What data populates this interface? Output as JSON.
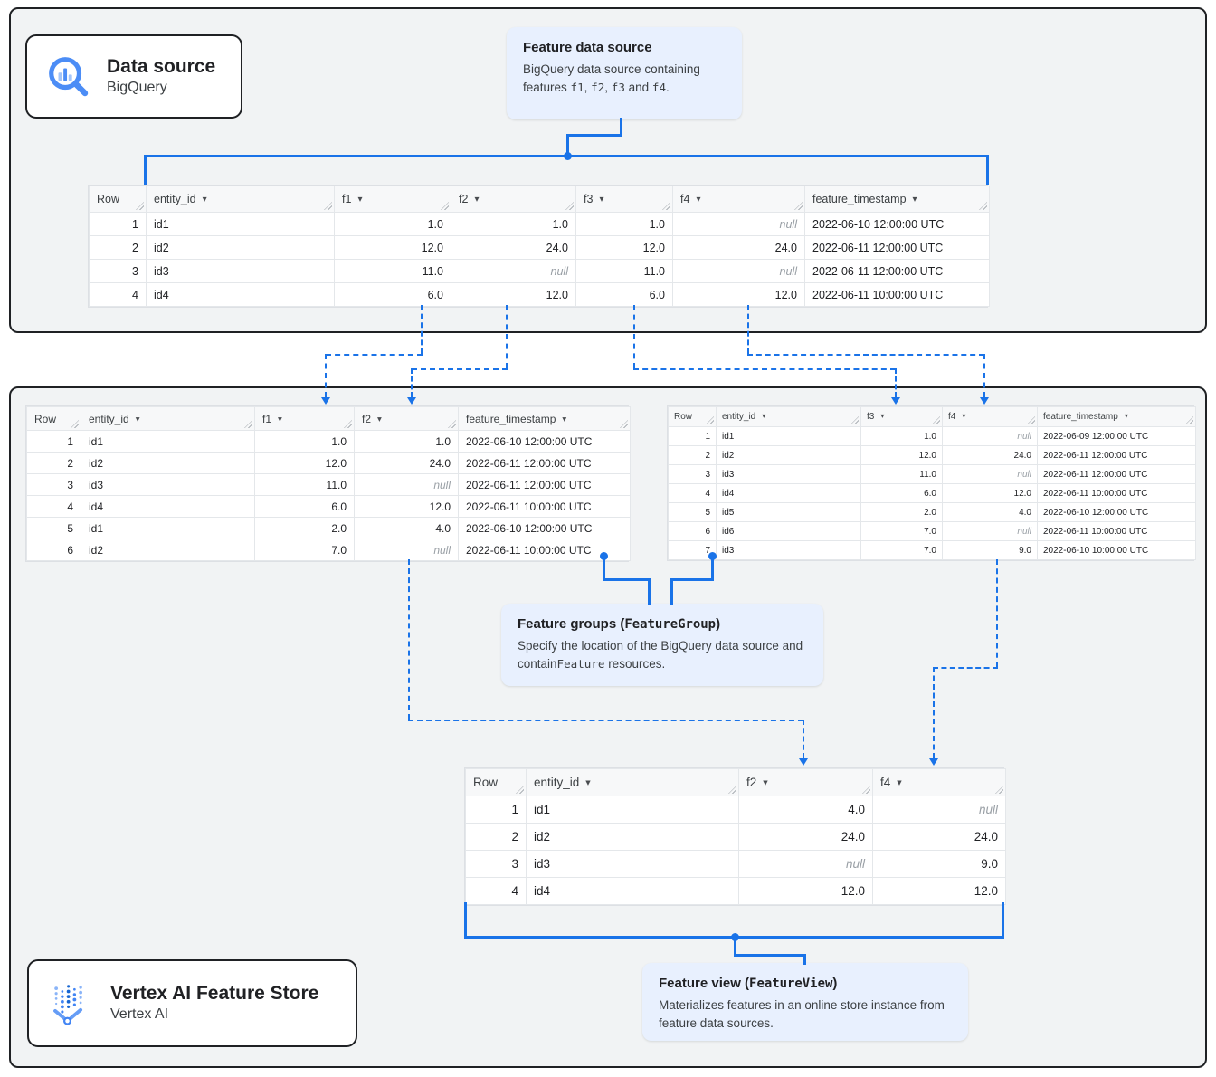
{
  "labels": {
    "null_value": "null"
  },
  "icons": {
    "sort_arrow": "▾"
  },
  "cards": {
    "data_source": {
      "title": "Data source",
      "subtitle": "BigQuery"
    },
    "feature_store": {
      "title": "Vertex AI Feature Store",
      "subtitle": "Vertex AI"
    }
  },
  "callouts": {
    "feature_data_source": {
      "title_segments": [
        {
          "t": "Feature data source"
        }
      ],
      "body_segments": [
        {
          "t": "BigQuery data source containing features "
        },
        {
          "t": "f1",
          "mono": true
        },
        {
          "t": ", "
        },
        {
          "t": "f2",
          "mono": true
        },
        {
          "t": ", "
        },
        {
          "t": "f3",
          "mono": true
        },
        {
          "t": " and "
        },
        {
          "t": "f4",
          "mono": true
        },
        {
          "t": "."
        }
      ]
    },
    "feature_groups": {
      "title_segments": [
        {
          "t": "Feature groups ("
        },
        {
          "t": "FeatureGroup",
          "mono": true
        },
        {
          "t": ")"
        }
      ],
      "body_segments": [
        {
          "t": "Specify the location of the BigQuery data source and contain"
        },
        {
          "t": "Feature",
          "mono": true
        },
        {
          "t": " resources."
        }
      ]
    },
    "feature_view": {
      "title_segments": [
        {
          "t": "Feature view ("
        },
        {
          "t": "FeatureView",
          "mono": true
        },
        {
          "t": ")"
        }
      ],
      "body_segments": [
        {
          "t": "Materializes features in an online store instance from feature data sources."
        }
      ]
    }
  },
  "tables": {
    "source": {
      "columns": [
        {
          "label": "Row",
          "align": "r",
          "sortable": false
        },
        {
          "label": "entity_id",
          "align": "l",
          "sortable": true
        },
        {
          "label": "f1",
          "align": "r",
          "sortable": true
        },
        {
          "label": "f2",
          "align": "r",
          "sortable": true
        },
        {
          "label": "f3",
          "align": "r",
          "sortable": true
        },
        {
          "label": "f4",
          "align": "r",
          "sortable": true
        },
        {
          "label": "feature_timestamp",
          "align": "l",
          "sortable": true
        }
      ],
      "header_align": [
        "l",
        "l",
        "l",
        "l",
        "l",
        "l",
        "l"
      ],
      "rows": [
        [
          "1",
          "id1",
          "1.0",
          "1.0",
          "1.0",
          null,
          "2022-06-10 12:00:00 UTC"
        ],
        [
          "2",
          "id2",
          "12.0",
          "24.0",
          "12.0",
          "24.0",
          "2022-06-11 12:00:00 UTC"
        ],
        [
          "3",
          "id3",
          "11.0",
          null,
          "11.0",
          null,
          "2022-06-11 12:00:00 UTC"
        ],
        [
          "4",
          "id4",
          "6.0",
          "12.0",
          "6.0",
          "12.0",
          "2022-06-11 10:00:00 UTC"
        ]
      ]
    },
    "group1": {
      "columns": [
        {
          "label": "Row",
          "align": "r",
          "sortable": false
        },
        {
          "label": "entity_id",
          "align": "l",
          "sortable": true
        },
        {
          "label": "f1",
          "align": "r",
          "sortable": true
        },
        {
          "label": "f2",
          "align": "r",
          "sortable": true
        },
        {
          "label": "feature_timestamp",
          "align": "l",
          "sortable": true
        }
      ],
      "rows": [
        [
          "1",
          "id1",
          "1.0",
          "1.0",
          "2022-06-10 12:00:00 UTC"
        ],
        [
          "2",
          "id2",
          "12.0",
          "24.0",
          "2022-06-11 12:00:00 UTC"
        ],
        [
          "3",
          "id3",
          "11.0",
          null,
          "2022-06-11 12:00:00 UTC"
        ],
        [
          "4",
          "id4",
          "6.0",
          "12.0",
          "2022-06-11 10:00:00 UTC"
        ],
        [
          "5",
          "id1",
          "2.0",
          "4.0",
          "2022-06-10 12:00:00 UTC"
        ],
        [
          "6",
          "id2",
          "7.0",
          null,
          "2022-06-11 10:00:00 UTC"
        ]
      ]
    },
    "group2": {
      "columns": [
        {
          "label": "Row",
          "align": "r",
          "sortable": false
        },
        {
          "label": "entity_id",
          "align": "l",
          "sortable": true
        },
        {
          "label": "f3",
          "align": "r",
          "sortable": true
        },
        {
          "label": "f4",
          "align": "r",
          "sortable": true
        },
        {
          "label": "feature_timestamp",
          "align": "l",
          "sortable": true
        }
      ],
      "rows": [
        [
          "1",
          "id1",
          "1.0",
          null,
          "2022-06-09 12:00:00 UTC"
        ],
        [
          "2",
          "id2",
          "12.0",
          "24.0",
          "2022-06-11 12:00:00 UTC"
        ],
        [
          "3",
          "id3",
          "11.0",
          null,
          "2022-06-11 12:00:00 UTC"
        ],
        [
          "4",
          "id4",
          "6.0",
          "12.0",
          "2022-06-11 10:00:00 UTC"
        ],
        [
          "5",
          "id5",
          "2.0",
          "4.0",
          "2022-06-10 12:00:00 UTC"
        ],
        [
          "6",
          "id6",
          "7.0",
          null,
          "2022-06-11 10:00:00 UTC"
        ],
        [
          "7",
          "id3",
          "7.0",
          "9.0",
          "2022-06-10 10:00:00 UTC"
        ]
      ]
    },
    "view": {
      "columns": [
        {
          "label": "Row",
          "align": "r",
          "sortable": false
        },
        {
          "label": "entity_id",
          "align": "l",
          "sortable": true
        },
        {
          "label": "f2",
          "align": "r",
          "sortable": true
        },
        {
          "label": "f4",
          "align": "r",
          "sortable": true
        }
      ],
      "rows": [
        [
          "1",
          "id1",
          "4.0",
          null
        ],
        [
          "2",
          "id2",
          "24.0",
          "24.0"
        ],
        [
          "3",
          "id3",
          null,
          "9.0"
        ],
        [
          "4",
          "id4",
          "12.0",
          "12.0"
        ]
      ]
    }
  },
  "colors": {
    "accent_blue": "#1a73e8",
    "callout_bg": "#e8f0fe",
    "section_bg": "#f1f3f4"
  }
}
